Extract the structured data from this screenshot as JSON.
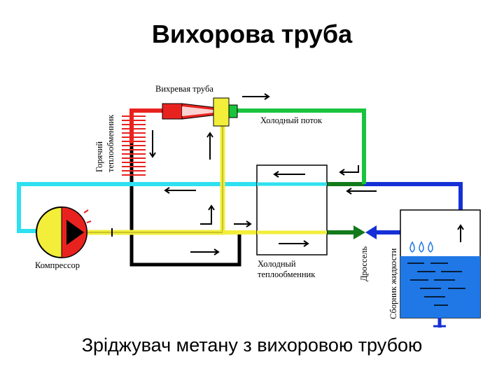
{
  "title": "Вихорова труба",
  "subtitle": "Зріджувач метану з вихоровою трубою",
  "labels": {
    "vortex_tube": "Вихревая труба",
    "cold_flow": "Холодный поток",
    "hot_exchanger_line1": "Горячий",
    "hot_exchanger_line2": "теплообменник",
    "compressor": "Компрессор",
    "cold_exchanger_line1": "Холодный",
    "cold_exchanger_line2": "теплообменник",
    "throttle": "Дроссель",
    "liquid_collector": "Сборник жидкости"
  },
  "colors": {
    "hot": "#e8231f",
    "cold": "#19c43c",
    "return_cyan": "#2ee0f0",
    "tube_yellow": "#f2ee3a",
    "pipe_black": "#000000",
    "dark_green": "#137a1c",
    "blue": "#1530d6",
    "liquid": "#1f78e6"
  }
}
